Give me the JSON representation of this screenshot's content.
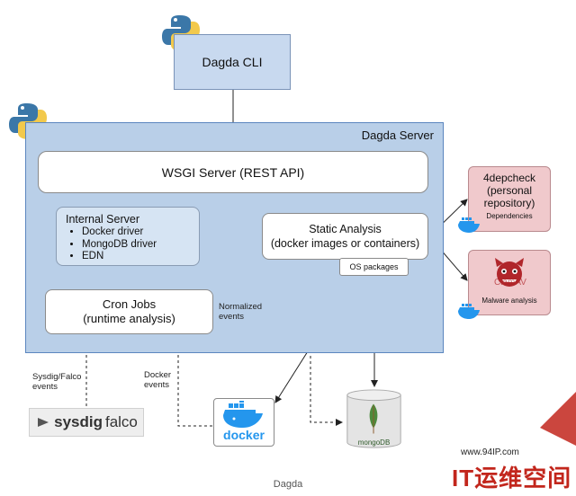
{
  "cli": {
    "label": "Dagda CLI"
  },
  "server": {
    "title": "Dagda Server"
  },
  "wsgi": {
    "label": "WSGI Server (REST API)"
  },
  "internal_server": {
    "title": "Internal Server",
    "items": [
      "Docker driver",
      "MongoDB driver",
      "EDN"
    ]
  },
  "static_analysis": {
    "line1": "Static Analysis",
    "line2": "(docker images or containers)"
  },
  "os_packages": {
    "label": "OS packages"
  },
  "cron_jobs": {
    "line1": "Cron Jobs",
    "line2": "(runtime analysis)"
  },
  "dependencies_box": {
    "title_lines": [
      "4depcheck",
      "(personal",
      "repository)"
    ],
    "caption": "Dependencies"
  },
  "malware_box": {
    "logo_text": "ClamAV",
    "caption": "Malware analysis"
  },
  "edge_labels": {
    "normalized": [
      "Normalized",
      "events"
    ],
    "sysdig_events": [
      "Sysdig/Falco",
      "events"
    ],
    "docker_events": [
      "Docker",
      "events"
    ]
  },
  "sysdig_logo": {
    "text1": "sysdig",
    "text2": "falco"
  },
  "docker_logo": {
    "text": "docker"
  },
  "mongo_logo": {
    "text": "mongoDB"
  },
  "caption": "Dagda",
  "watermark": {
    "url": "www.94IP.com",
    "brand": "IT运维空间"
  },
  "colors": {
    "server_fill": "#b9cfe8",
    "box_fill": "#c8d9ef",
    "pink_fill": "#f0c9cc",
    "docker_blue": "#2496ed",
    "mongo_green": "#4c8a3c",
    "watermark_red": "#c2261c"
  },
  "icons": [
    "python-icon",
    "docker-whale-icon",
    "clamav-logo-icon",
    "mongodb-leaf-icon"
  ]
}
